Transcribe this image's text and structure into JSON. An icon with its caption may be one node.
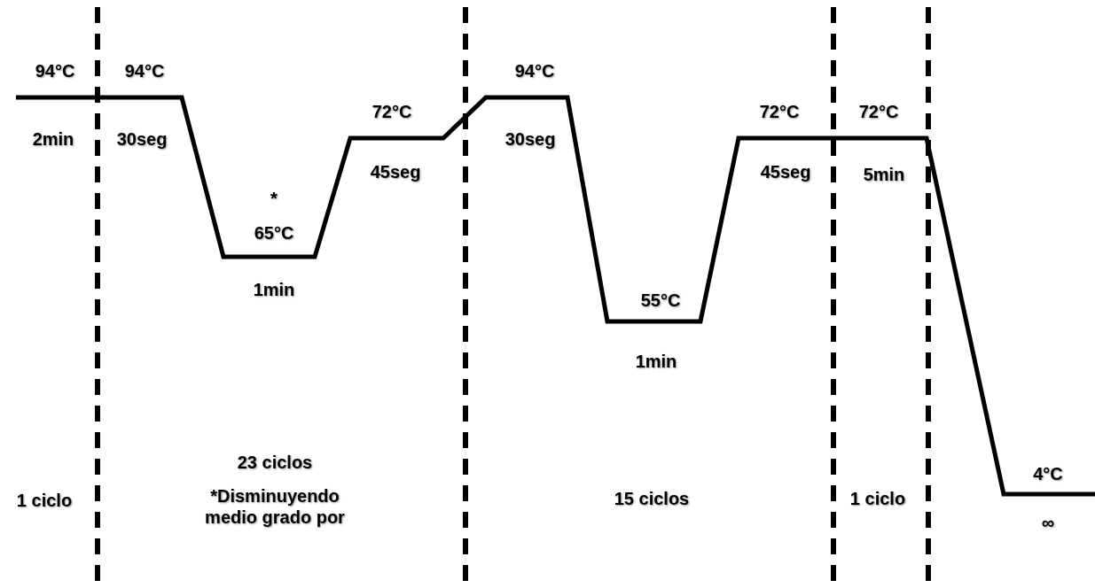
{
  "diagram": {
    "labels": [
      "94°C",
      "94°C",
      "94°C",
      "72°C",
      "72°C",
      "72°C",
      "2min",
      "30seg",
      "30seg",
      "45seg",
      "45seg",
      "5min",
      "*",
      "65°C",
      "1min",
      "55°C",
      "1min",
      "23 ciclos",
      "*Disminuyendo medio grado por",
      "4°C",
      "1 ciclo",
      "15 ciclos",
      "1 ciclo",
      "∞"
    ]
  }
}
